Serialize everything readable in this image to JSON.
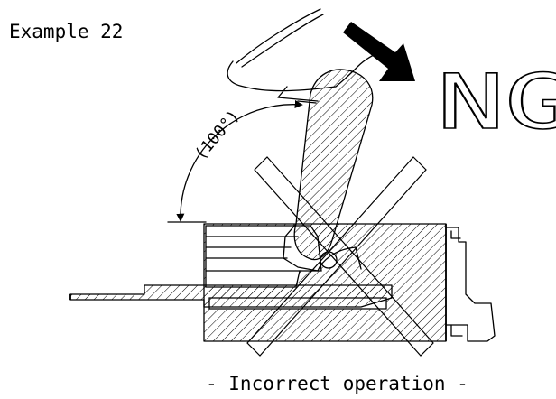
{
  "example_label": "Example 22",
  "verdict_label": "NG",
  "angle_label": "(100°)",
  "caption": "- Incorrect operation -",
  "icons": [
    "hand-icon",
    "direction-arrow-icon",
    "prohibited-cross-icon"
  ],
  "colors": {
    "ink": "#000000",
    "background": "#ffffff"
  }
}
